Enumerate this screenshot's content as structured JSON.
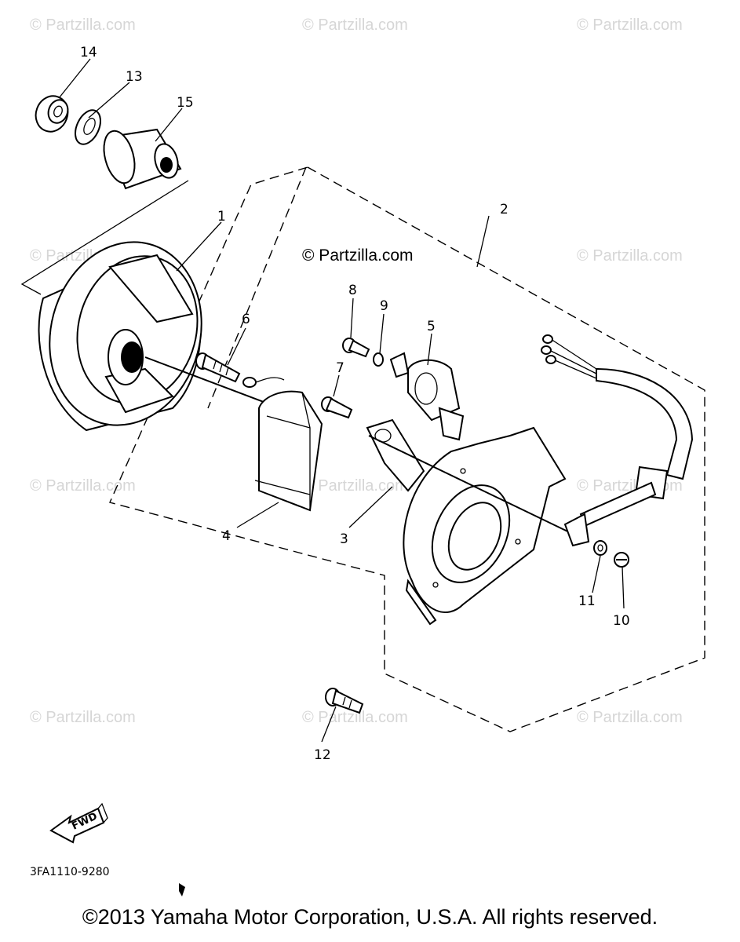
{
  "watermarks": {
    "text": "© Partzilla.com",
    "center_text": "© Partzilla.com"
  },
  "callouts": {
    "c1": "1",
    "c2": "2",
    "c3": "3",
    "c4": "4",
    "c5": "5",
    "c6": "6",
    "c7": "7",
    "c8": "8",
    "c9": "9",
    "c10": "10",
    "c11": "11",
    "c12": "12",
    "c13": "13",
    "c14": "14",
    "c15": "15"
  },
  "fwd_label": "FWD",
  "part_code": "3FA1110-9280",
  "copyright": "©2013 Yamaha Motor Corporation, U.S.A. All rights reserved."
}
